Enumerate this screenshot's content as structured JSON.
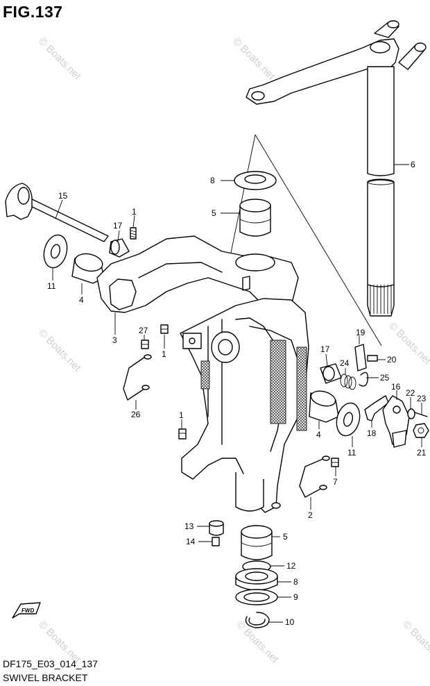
{
  "figure": {
    "title": "FIG.137",
    "model_code": "DF175_E03_014_137",
    "name": "SWIVEL BRACKET",
    "fwd_label": "FWD",
    "watermark": "© Boats.net"
  },
  "callouts": [
    {
      "id": "c6",
      "label": "6"
    },
    {
      "id": "c8a",
      "label": "8"
    },
    {
      "id": "c5a",
      "label": "5"
    },
    {
      "id": "c15",
      "label": "15"
    },
    {
      "id": "c1a",
      "label": "1"
    },
    {
      "id": "c17a",
      "label": "17"
    },
    {
      "id": "c11a",
      "label": "11"
    },
    {
      "id": "c4a",
      "label": "4"
    },
    {
      "id": "c3",
      "label": "3"
    },
    {
      "id": "c27",
      "label": "27"
    },
    {
      "id": "c1b",
      "label": "1"
    },
    {
      "id": "c26",
      "label": "26"
    },
    {
      "id": "c1c",
      "label": "1"
    },
    {
      "id": "c19",
      "label": "19"
    },
    {
      "id": "c17b",
      "label": "17"
    },
    {
      "id": "c20",
      "label": "20"
    },
    {
      "id": "c24",
      "label": "24"
    },
    {
      "id": "c25",
      "label": "25"
    },
    {
      "id": "c16",
      "label": "16"
    },
    {
      "id": "c22",
      "label": "22"
    },
    {
      "id": "c23",
      "label": "23"
    },
    {
      "id": "c4b",
      "label": "4"
    },
    {
      "id": "c11b",
      "label": "11"
    },
    {
      "id": "c18",
      "label": "18"
    },
    {
      "id": "c21",
      "label": "21"
    },
    {
      "id": "c7",
      "label": "7"
    },
    {
      "id": "c2",
      "label": "2"
    },
    {
      "id": "c13",
      "label": "13"
    },
    {
      "id": "c14",
      "label": "14"
    },
    {
      "id": "c5b",
      "label": "5"
    },
    {
      "id": "c12",
      "label": "12"
    },
    {
      "id": "c8b",
      "label": "8"
    },
    {
      "id": "c9",
      "label": "9"
    },
    {
      "id": "c10",
      "label": "10"
    }
  ]
}
